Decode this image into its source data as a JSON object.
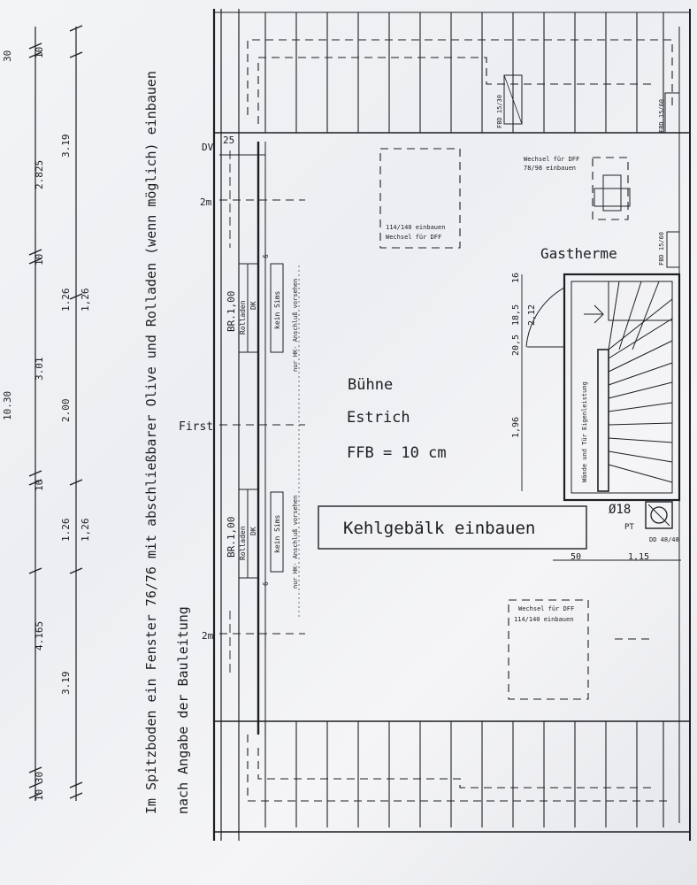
{
  "note": {
    "line1": "Im Spitzboden ein Fenster 76/76 mit abschließbarer Olive und Rolladen (wenn möglich) einbauen",
    "line2": "nach Angabe der Bauleitung"
  },
  "dims": {
    "top_total": "10.30",
    "row1": [
      "3.19",
      "4.165",
      "1.26",
      "2.00",
      "1.26",
      "3.19"
    ],
    "row2": [
      "10 30",
      "10",
      "3.01",
      "10",
      "2.825",
      "10",
      "30"
    ],
    "row1_extra": [
      "1,26",
      "1,26"
    ]
  },
  "room": {
    "name": "Bühne",
    "floor": "Estrich",
    "ffb": "FFB = 10 cm",
    "beam_note": "Kehlgebälk einbauen",
    "heater": "Gastherme"
  },
  "labels": {
    "dv": "DV",
    "dv_dim": "25",
    "first": "First",
    "two_m_top": "2m",
    "two_m_bottom": "2m",
    "br_top": "BR.1,00",
    "br_bottom": "BR.1,00",
    "rolladen": "Rolladen",
    "dk": "DK",
    "kein_sims": "kein Sims",
    "hk_note": "nur HK- Anschluß vorsehen",
    "six": "6",
    "wechsel_top": "114/140 einbauen",
    "wechsel_top2": "Wechsel für DFF",
    "wechsel_right1": "Wechsel für DFF",
    "wechsel_right2": "78/98 einbauen",
    "wechsel_bottom1": "Wechsel für DFF",
    "wechsel_bottom2": "114/140 einbauen",
    "fbd_top": "FBD 15/30",
    "fbd_right": "FBD 15/60",
    "fbd_right2": "FBD 15/60",
    "stairs_note": "Wände und Tür Eigenleistung",
    "d16": "16",
    "d185": "18,5",
    "d212": "2,12",
    "d205": "20,5",
    "d196": "1,96",
    "flue": "Ø18",
    "pt": "PT",
    "dd": "DD 48/48",
    "d50": "50",
    "d115": "1,15"
  }
}
